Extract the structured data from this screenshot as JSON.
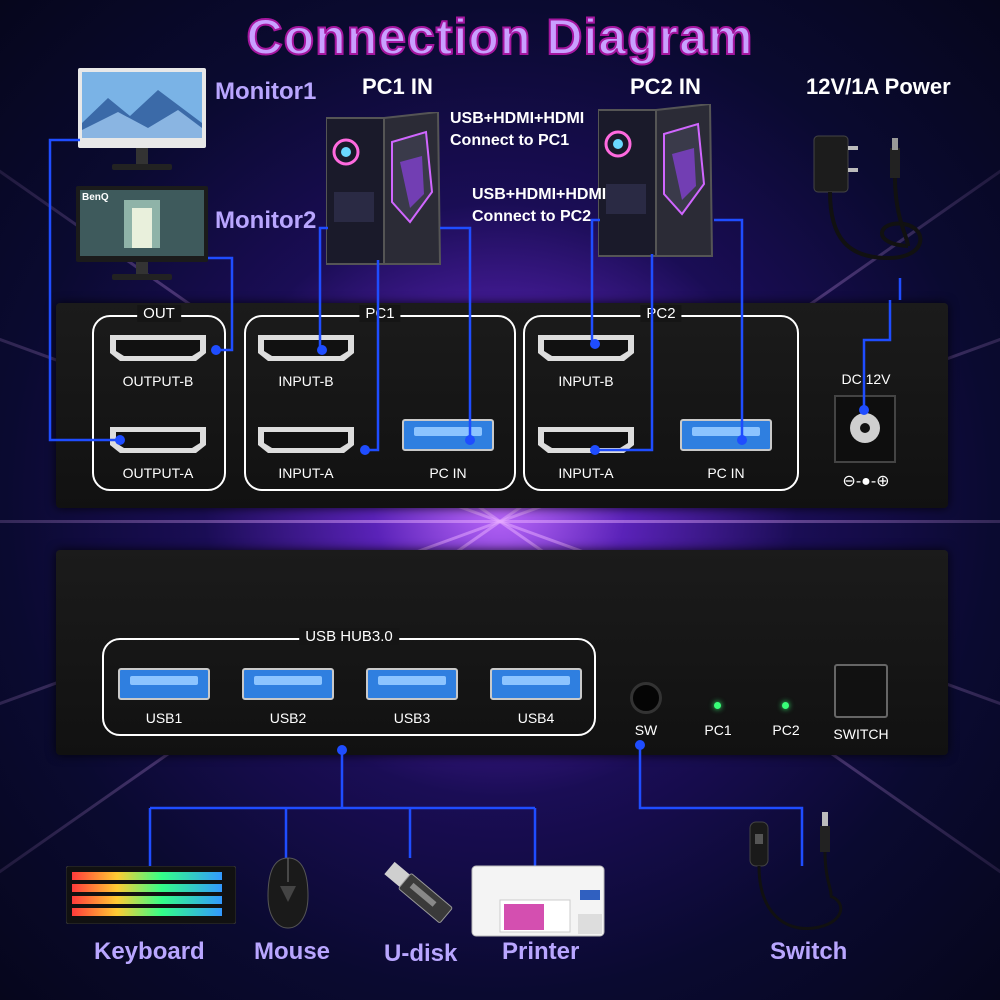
{
  "title": "Connection Diagram",
  "labels": {
    "monitor1": "Monitor1",
    "monitor2": "Monitor2",
    "pc1_in": "PC1 IN",
    "pc2_in": "PC2 IN",
    "power": "12V/1A Power",
    "note_pc1": [
      "USB+HDMI+HDMI",
      "Connect to PC1"
    ],
    "note_pc2": [
      "USB+HDMI+HDMI",
      "Connect to PC2"
    ],
    "keyboard": "Keyboard",
    "mouse": "Mouse",
    "udisk": "U-disk",
    "printer": "Printer",
    "switch": "Switch",
    "monitor2_brand": "BenQ"
  },
  "back_panel": {
    "out_group": "OUT",
    "pc1_group": "PC1",
    "pc2_group": "PC2",
    "output_b": "OUTPUT-B",
    "output_a": "OUTPUT-A",
    "input_b": "INPUT-B",
    "input_a": "INPUT-A",
    "pc_in": "PC IN",
    "dc": "DC 12V",
    "polarity": "⊖-●-⊕"
  },
  "front_panel": {
    "hub_title": "USB HUB3.0",
    "usb": [
      "USB1",
      "USB2",
      "USB3",
      "USB4"
    ],
    "sw": "SW",
    "pc1": "PC1",
    "pc2": "PC2",
    "switch_btn": "SWITCH"
  },
  "colors": {
    "wire": "#1f4dff",
    "accent": "#b9a6ff",
    "title_stroke": "#a5169f"
  }
}
